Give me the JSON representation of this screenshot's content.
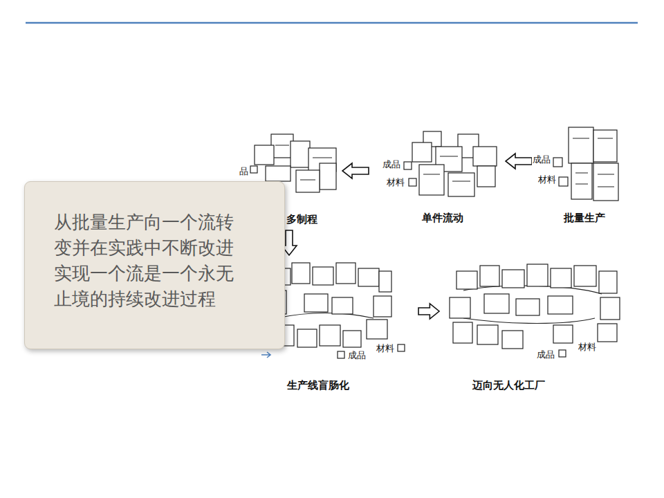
{
  "diagram": {
    "nodes": [
      {
        "text": [
          "从批量生产向一个流转变并在实践中不断改进实现一个流是一个永无止境的持续改进过程"
        ]
      },
      {
        "text": [
          "批量生产"
        ]
      },
      {
        "text": [
          "单件流动"
        ]
      },
      {
        "text": [
          "多制程"
        ]
      },
      {
        "text": [
          "生产线盲肠化"
        ]
      },
      {
        "text": [
          "迈向无人化工厂"
        ]
      }
    ],
    "edges": [
      {
        "from": 1,
        "to": 2,
        "arrow": "to"
      },
      {
        "from": 2,
        "to": 3,
        "arrow": "to"
      },
      {
        "from": 3,
        "to": 4,
        "arrow": "to"
      },
      {
        "from": 4,
        "to": 5,
        "arrow": "to"
      }
    ],
    "labels": [
      "品",
      "成品",
      "材料",
      "成品",
      "材料",
      "成品",
      "材料",
      "成品",
      "材料"
    ]
  }
}
